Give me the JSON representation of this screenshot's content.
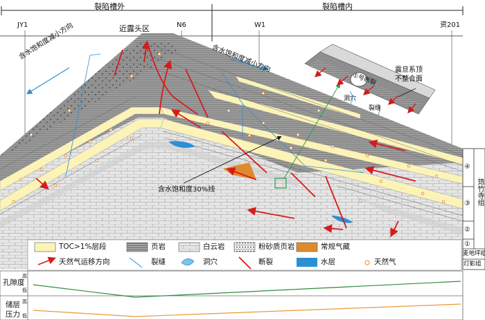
{
  "header": {
    "outside_zone": "裂陷槽外",
    "inside_zone": "裂陷槽内"
  },
  "wells": [
    "JY1",
    "N6",
    "W1",
    "资201"
  ],
  "area_label": "近露头区",
  "annotations": {
    "water_sat_left": "含水饱和度减小方向",
    "water_sat_mid": "含水饱和度减小方向",
    "water_sat_line": "含水饱和度30%线",
    "inset_fault": "①号断裂",
    "inset_cave": "洞穴",
    "inset_fracture": "裂缝",
    "inset_unconf_1": "震旦系顶",
    "inset_unconf_2": "不整合面"
  },
  "formations": {
    "qiongzhusi": "筇竹寺组",
    "maidiping": "麦地坪组",
    "dengying": "灯影组",
    "intervals": [
      "④",
      "③",
      "②",
      "①"
    ]
  },
  "legend": [
    {
      "key": "toc",
      "label": "TOC>1%层段"
    },
    {
      "key": "shale",
      "label": "页岩"
    },
    {
      "key": "dolomite",
      "label": "白云岩"
    },
    {
      "key": "silty",
      "label": "粉砂质页岩"
    },
    {
      "key": "conv",
      "label": "常规气藏"
    },
    {
      "key": "migration",
      "label": "天然气运移方向"
    },
    {
      "key": "fracture",
      "label": "裂缝"
    },
    {
      "key": "cave",
      "label": "洞穴"
    },
    {
      "key": "fault",
      "label": "断裂"
    },
    {
      "key": "water",
      "label": "水层"
    },
    {
      "key": "gas",
      "label": "天然气"
    }
  ],
  "bottom_panel": {
    "porosity": {
      "label": "孔隙度",
      "high": "高",
      "low": "低"
    },
    "pressure": {
      "label_1": "储层",
      "label_2": "压力",
      "high": "高",
      "low": "低"
    }
  },
  "colors": {
    "toc": "#fbf3b8",
    "shale": "#9a9a9a",
    "dolomite": "#e4e4e4",
    "conv": "#e08a2e",
    "water": "#2a8fd4",
    "fault": "#d41c1c",
    "migration": "#d41c1c",
    "porosity_line": "#2e8b3a",
    "pressure_line": "#e89a3a"
  }
}
